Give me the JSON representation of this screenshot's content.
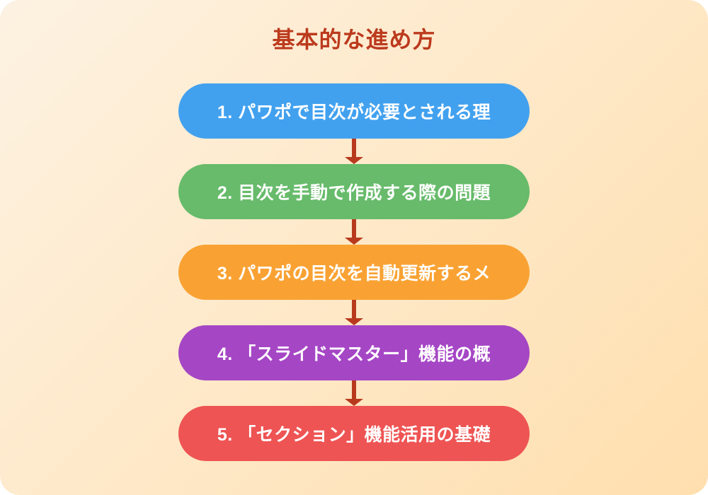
{
  "page": {
    "title": "基本的な進め方"
  },
  "theme": {
    "background_gradient_start": "#fdf2e2",
    "background_gradient_end": "#ffdfae",
    "title_color": "#bc3a1d",
    "arrow_color": "#b83a1e",
    "step_text_color": "#ffffff"
  },
  "steps": [
    {
      "label": "1. パワポで目次が必要とされる理",
      "color": "#42a1ef"
    },
    {
      "label": "2. 目次を手動で作成する際の問題",
      "color": "#67bb6b"
    },
    {
      "label": "3. パワポの目次を自動更新するメ",
      "color": "#f9a233"
    },
    {
      "label": "4. 「スライドマスター」機能の概",
      "color": "#a546c5"
    },
    {
      "label": "5. 「セクション」機能活用の基礎",
      "color": "#ee5453"
    }
  ]
}
